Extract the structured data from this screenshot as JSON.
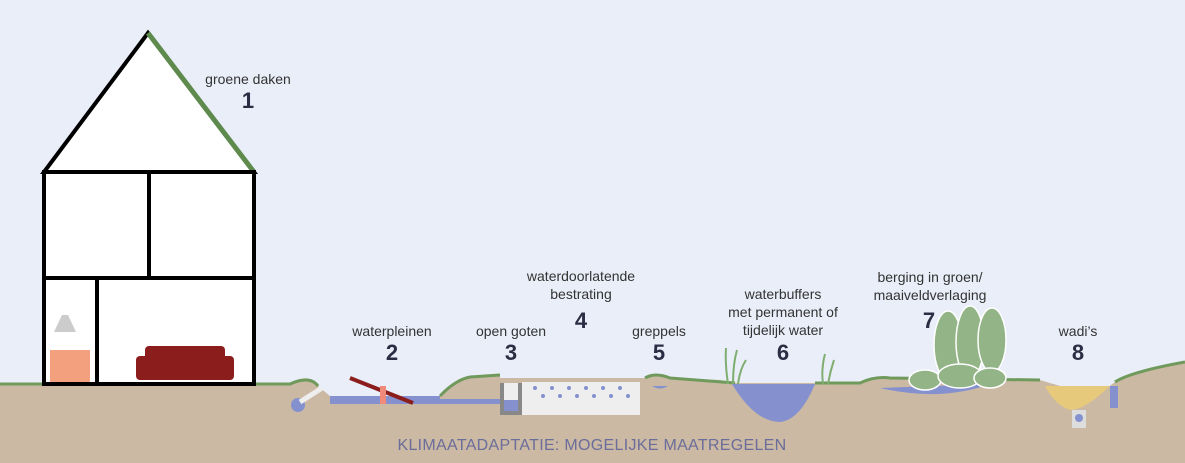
{
  "caption": "KLIMAATADAPTATIE: MOGELIJKE MAATREGELEN",
  "measures": [
    {
      "number": "1",
      "label_lines": [
        "groene daken"
      ]
    },
    {
      "number": "2",
      "label_lines": [
        "waterpleinen"
      ]
    },
    {
      "number": "3",
      "label_lines": [
        "open goten"
      ]
    },
    {
      "number": "4",
      "label_lines": [
        "waterdoorlatende",
        "bestrating"
      ]
    },
    {
      "number": "5",
      "label_lines": [
        "greppels"
      ]
    },
    {
      "number": "6",
      "label_lines": [
        "waterbuffers",
        "met permanent of",
        "tijdelijk water"
      ]
    },
    {
      "number": "7",
      "label_lines": [
        "berging in groen/",
        "maaiveldverlaging"
      ]
    },
    {
      "number": "8",
      "label_lines": [
        "wadi’s"
      ]
    }
  ],
  "colors": {
    "background": "#e9eef8",
    "ground": "#cbb9a4",
    "grass": "#6f9a5c",
    "water": "#8590cf",
    "tree": "#93b486",
    "sofa": "#8b1d1d",
    "kitchen": "#f2a07d"
  }
}
